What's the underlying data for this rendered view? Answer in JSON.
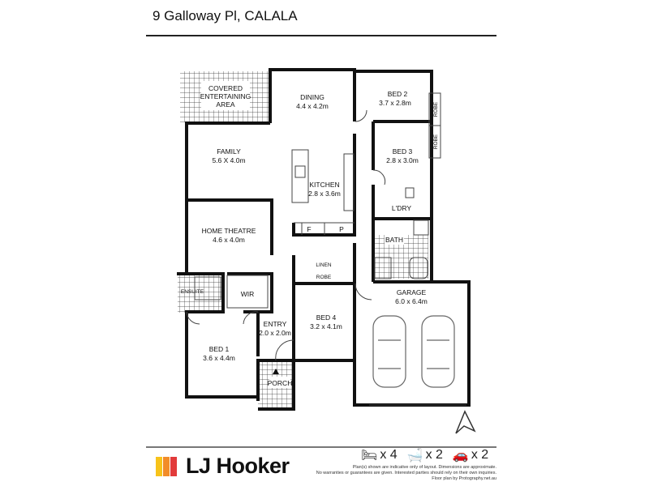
{
  "header": {
    "title": "9 Galloway Pl, CALALA"
  },
  "rooms": {
    "covered": {
      "name": "COVERED ENTERTAINING AREA",
      "l1": "COVERED",
      "l2": "ENTERTAINING",
      "l3": "AREA"
    },
    "dining": {
      "name": "DINING",
      "size": "4.4 x 4.2m"
    },
    "bed2": {
      "name": "BED 2",
      "size": "3.7 x 2.8m"
    },
    "robe1": "ROBE",
    "robe2": "ROBE",
    "family": {
      "name": "FAMILY",
      "size": "5.6 X 4.0m"
    },
    "bed3": {
      "name": "BED 3",
      "size": "2.8 x 3.0m"
    },
    "kitchen": {
      "name": "KITCHEN",
      "size": "2.8 x 3.6m"
    },
    "laundry": {
      "name": "L'DRY"
    },
    "fridge": "F",
    "pantry": "P",
    "theatre": {
      "name": "HOME THEATRE",
      "size": "4.6 x 4.0m"
    },
    "bath": {
      "name": "BATH"
    },
    "linen": "LINEN",
    "robe4": "ROBE",
    "ensuite": "ENSUITE",
    "wir": "WIR",
    "garage": {
      "name": "GARAGE",
      "size": "6.0 x 6.4m"
    },
    "entry": {
      "name": "ENTRY",
      "size": "2.0 x 2.0m"
    },
    "bed4": {
      "name": "BED 4",
      "size": "3.2 x 4.1m"
    },
    "bed1": {
      "name": "BED 1",
      "size": "3.6 x 4.4m"
    },
    "porch": "PORCH"
  },
  "footer": {
    "brand": "LJ Hooker",
    "brand_colors": [
      "#f7c31a",
      "#f28c28",
      "#e23b3b"
    ],
    "beds": "x 4",
    "baths": "x 2",
    "cars": "x 2",
    "disclaimer1": "Plan(s) shown are indicative only of layout. Dimensions are approximate.",
    "disclaimer2": "No warranties or guarantees are given. Interested parties should rely on their own inquiries.",
    "disclaimer3": "Floor plan by Protography.net.au"
  }
}
